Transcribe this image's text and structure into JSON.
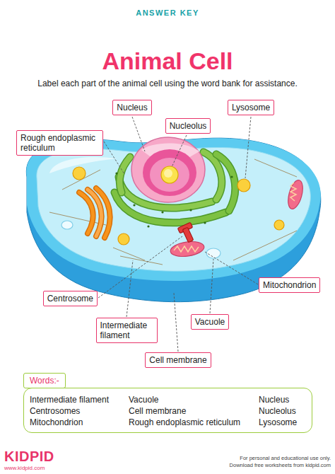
{
  "diagram": {
    "title": "Animal Cell",
    "nodes": [
      {
        "text": [
          "Nucleus"
        ]
      },
      {
        "text": [
          "Lysosome"
        ]
      },
      {
        "text": [
          "Nucleolus"
        ]
      },
      {
        "text": [
          "Rough endoplasmic reticulum"
        ]
      },
      {
        "text": [
          "Mitochondrion"
        ]
      },
      {
        "text": [
          "Centrosome"
        ]
      },
      {
        "text": [
          "Vacuole"
        ]
      },
      {
        "text": [
          "Intermediate filament"
        ]
      },
      {
        "text": [
          "Cell membrane"
        ]
      },
      {
        "text": [
          "Words:-"
        ]
      },
      {
        "text": [
          "Intermediate filament",
          "Vacuole",
          "Nucleus",
          "Centrosomes",
          "Cell membrane",
          "Nucleolus",
          "Mitochondrion",
          "Rough endoplasmic reticulum",
          "Lysosome"
        ]
      }
    ],
    "labels": [
      "ANSWER KEY",
      "Label each part of the animal cell using the word bank for assistance.",
      "KIDPID",
      "www.kidpid.com",
      "For personal and educational use only.",
      "Download free worksheets from kidpid.com"
    ]
  }
}
